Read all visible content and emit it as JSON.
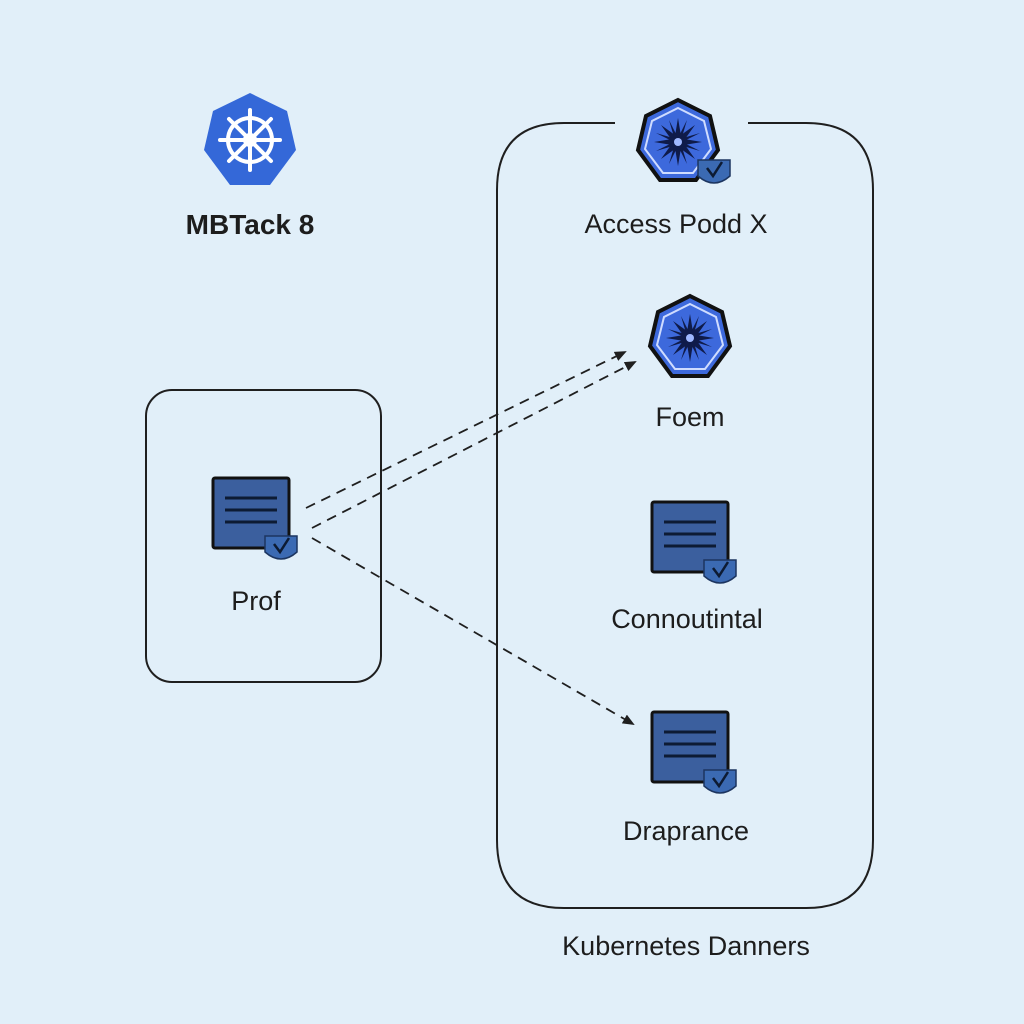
{
  "diagram": {
    "helm": {
      "logo_icon": "kubernetes-helm-logo",
      "title": "MBTack 8"
    },
    "prof": {
      "label": "Prof",
      "icon": "document-with-shield-icon"
    },
    "cluster": {
      "caption": "Kubernetes Danners",
      "nodes": [
        {
          "label": "Access Podd X",
          "icon": "heptagon-star-icon"
        },
        {
          "label": "Foem",
          "icon": "heptagon-star-icon"
        },
        {
          "label": "Connoutintal",
          "icon": "document-with-shield-icon"
        },
        {
          "label": "Draprance",
          "icon": "document-with-shield-icon"
        }
      ]
    },
    "colors": {
      "background": "#e1eff9",
      "accent_blue": "#3468d8",
      "doc_blue": "#3b5f9e",
      "line": "#1f1f1f"
    }
  }
}
